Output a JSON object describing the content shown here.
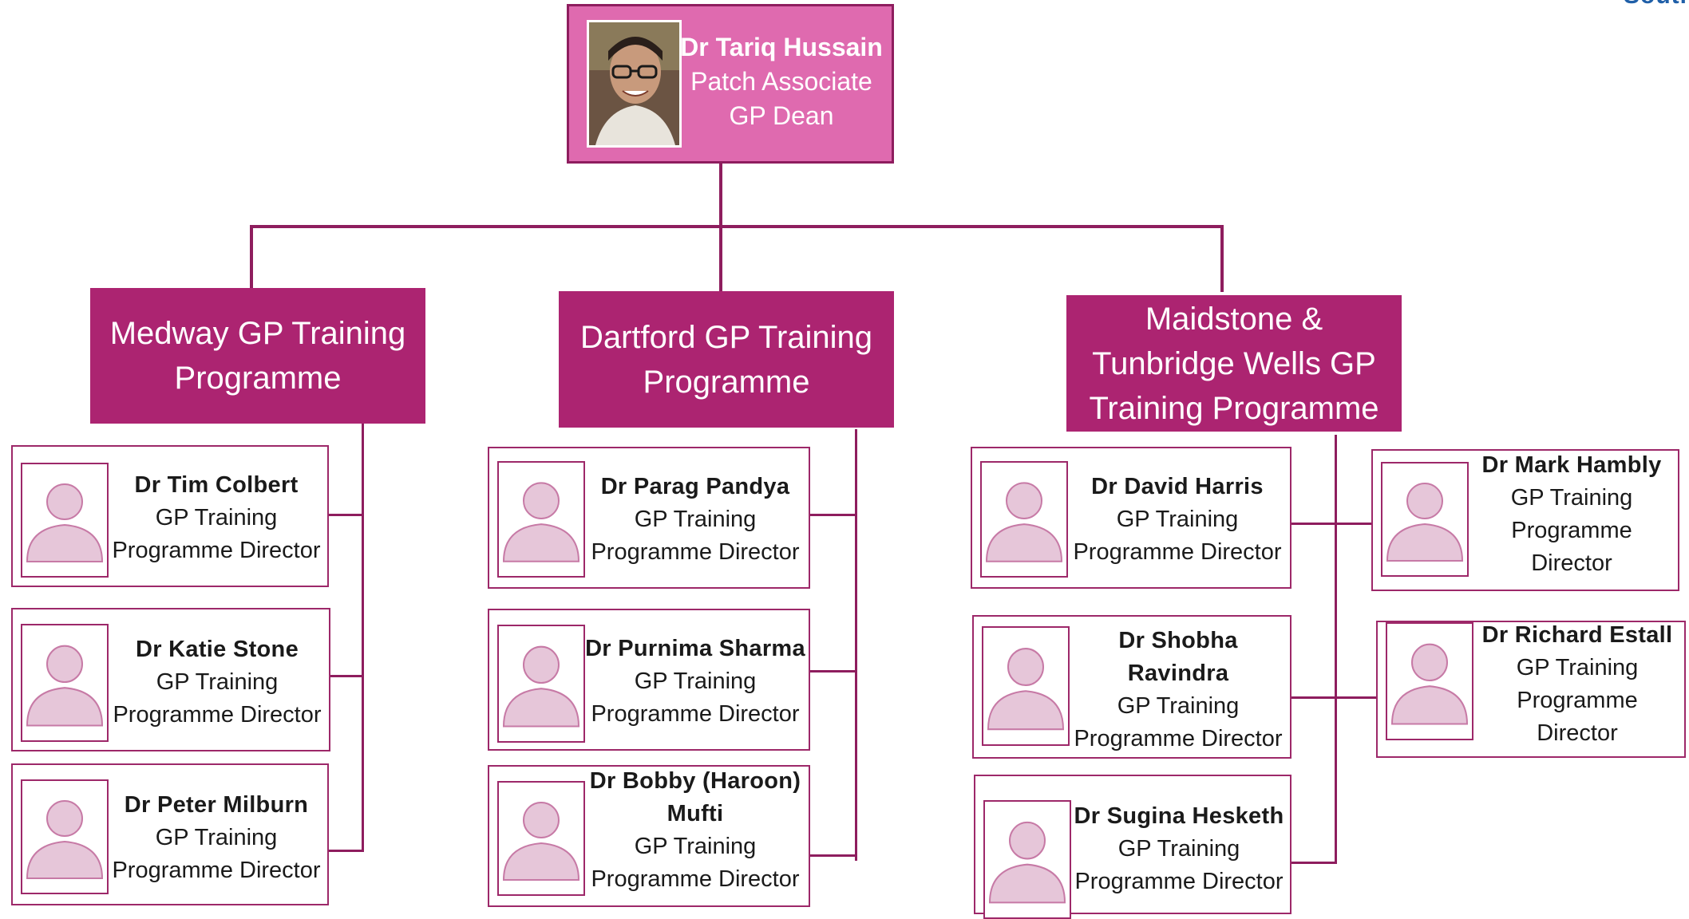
{
  "corner_text": "South",
  "head": {
    "name": "Dr Tariq Hussain",
    "role_line1": "Patch Associate",
    "role_line2": "GP Dean"
  },
  "programmes": [
    {
      "name": "Medway GP Training Programme"
    },
    {
      "name": "Dartford GP Training Programme"
    },
    {
      "name": "Maidstone & Tunbridge Wells GP Training Programme"
    }
  ],
  "directors": {
    "medway": [
      {
        "name": "Dr Tim Colbert",
        "role": "GP Training Programme Director"
      },
      {
        "name": "Dr Katie Stone",
        "role": "GP Training Programme Director"
      },
      {
        "name": "Dr Peter Milburn",
        "role": "GP Training Programme Director"
      }
    ],
    "dartford": [
      {
        "name": "Dr Parag Pandya",
        "role": "GP Training Programme Director"
      },
      {
        "name": "Dr Purnima Sharma",
        "role": "GP Training Programme Director"
      },
      {
        "name": "Dr Bobby (Haroon) Mufti",
        "role": "GP Training Programme Director"
      }
    ],
    "maidstone_left": [
      {
        "name": "Dr David Harris",
        "role": "GP Training Programme Director"
      },
      {
        "name": "Dr Shobha Ravindra",
        "role": "GP Training Programme Director"
      },
      {
        "name": "Dr Sugina Hesketh",
        "role": "GP Training Programme Director"
      }
    ],
    "maidstone_right": [
      {
        "name": "Dr Mark Hambly",
        "role": "GP Training Programme Director"
      },
      {
        "name": "Dr Richard Estall",
        "role": "GP Training Programme Director"
      }
    ]
  },
  "colors": {
    "head_fill": "#df6aaf",
    "programme_fill": "#ac2471",
    "connector": "#8e1d5e",
    "avatar_fill": "#e6c6d9"
  },
  "icons": {
    "head_photo": "person-photo",
    "director_avatar": "person-placeholder-icon"
  }
}
